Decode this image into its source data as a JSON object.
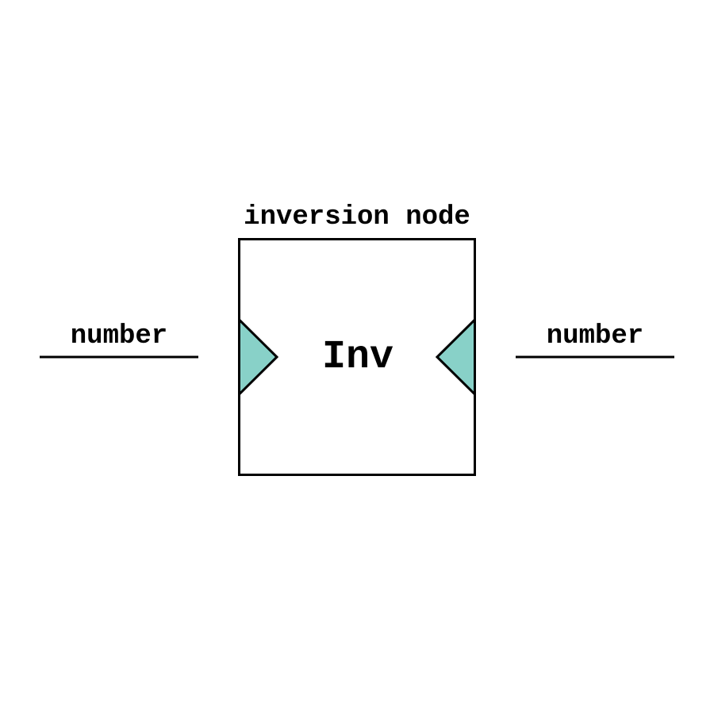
{
  "node": {
    "caption": "inversion node",
    "label": "Inv"
  },
  "input": {
    "label": "number"
  },
  "output": {
    "label": "number"
  },
  "colors": {
    "port_fill": "#88d1c8",
    "stroke": "#000000",
    "background": "#ffffff"
  }
}
